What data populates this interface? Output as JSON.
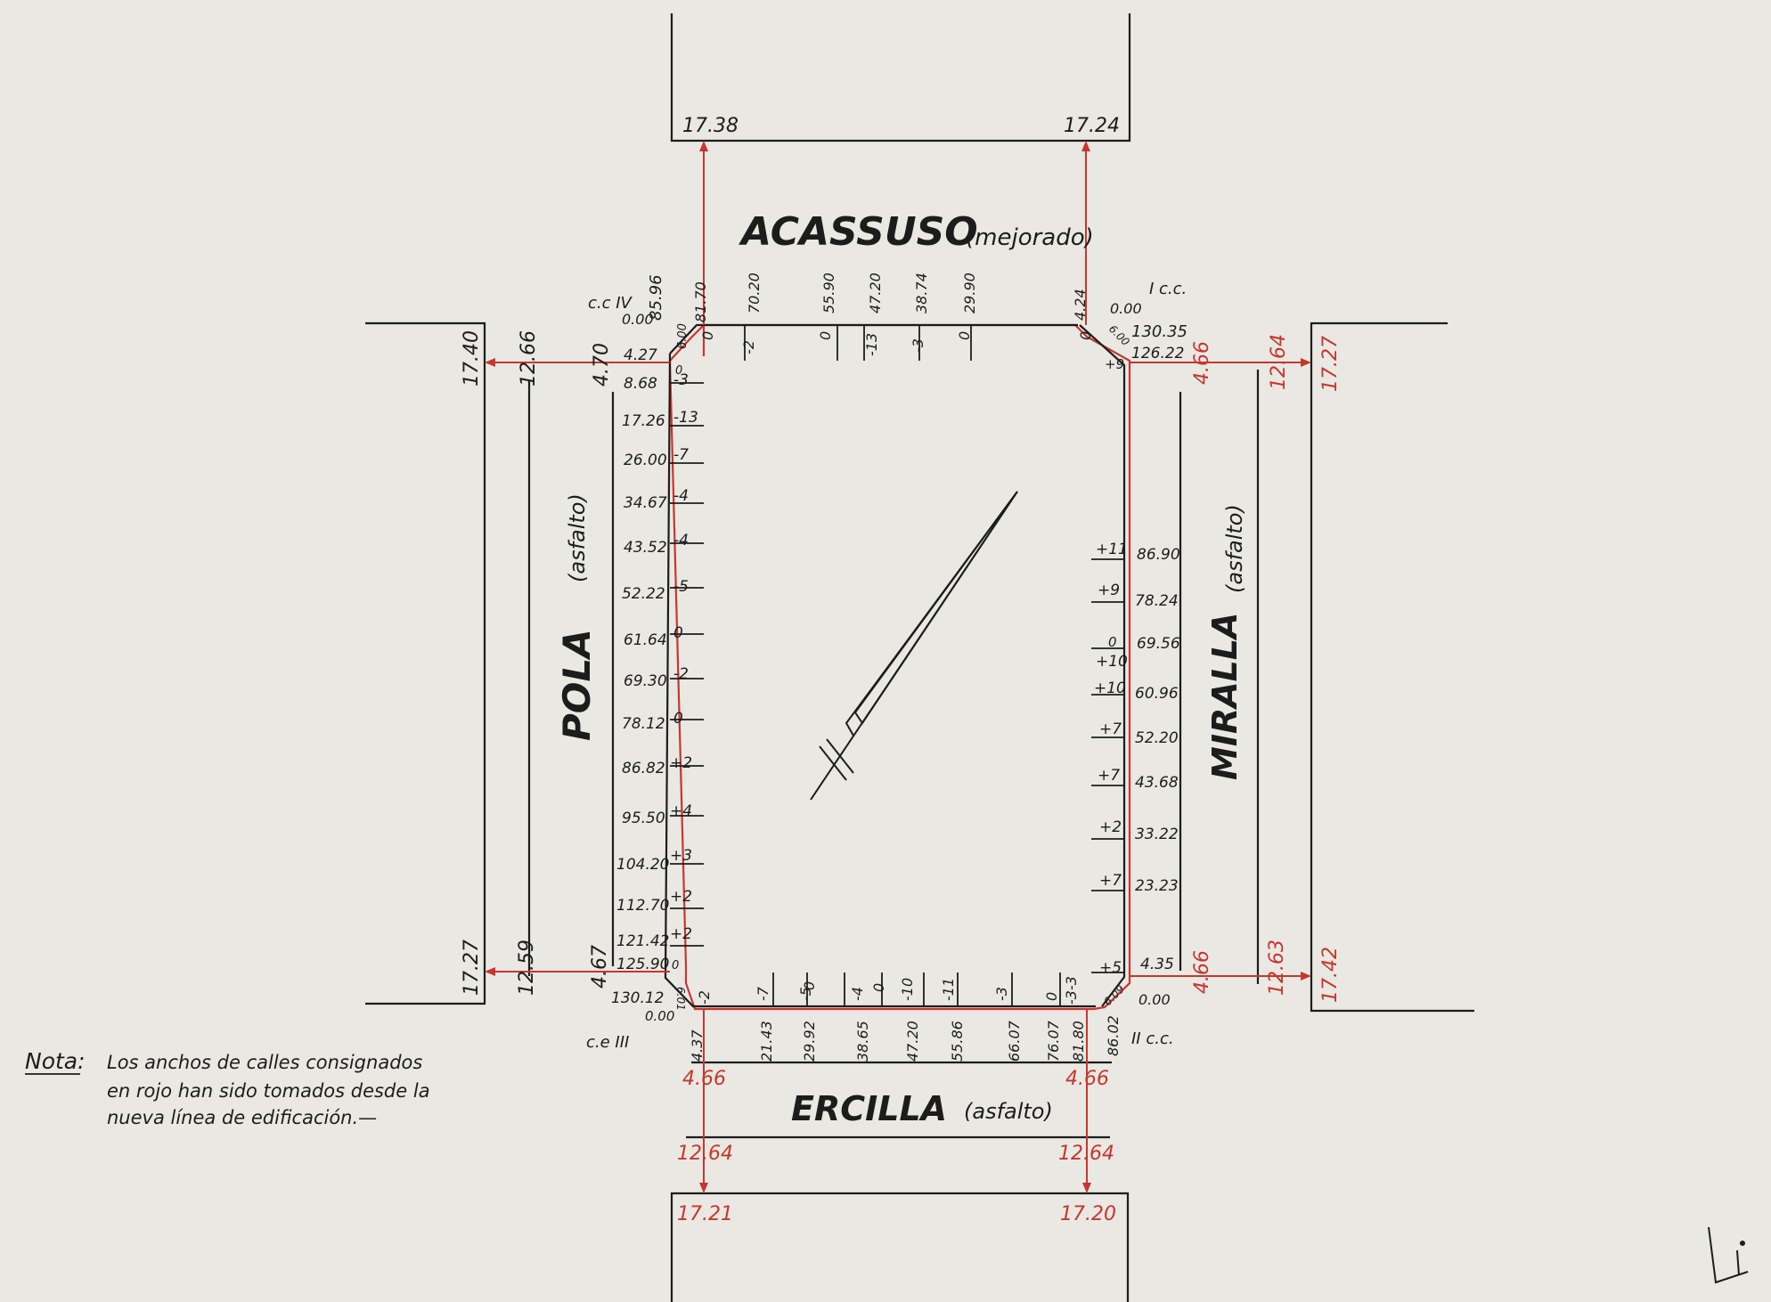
{
  "colors": {
    "paper": "#e9e8e3",
    "ink": "#1c1c1c",
    "red_ink": "#c8362c"
  },
  "streets": {
    "acassuso": {
      "name": "ACASSUSO",
      "surface": "(mejorado)"
    },
    "pola": {
      "name": "POLA",
      "surface": "(asfalto)"
    },
    "miralla": {
      "name": "MIRALLA",
      "surface": "(asfalto)"
    },
    "ercilla": {
      "name": "ERCILLA",
      "surface": "(asfalto)"
    }
  },
  "corners": {
    "c1": "I c.c.",
    "c2": "II c.c.",
    "c3": "c.e III",
    "c4": "c.c IV"
  },
  "corner_values": {
    "c4_top": "85.96",
    "c4_zero": "0.00",
    "c1_zero": "0.00",
    "c1_total": "130.35",
    "c3_total": "130.12",
    "c3_zero": "0.00",
    "c2_zero": "0.00",
    "c2_total": "86.02",
    "chamfer_nw": "6.00",
    "chamfer_ne": "6.00",
    "chamfer_sw": "6.01",
    "chamfer_se": "6.09"
  },
  "top_widths": {
    "left": "17.38",
    "right": "17.24"
  },
  "bottom_widths": {
    "left_mid": "12.64",
    "right_mid": "12.64",
    "left_outer": "17.21",
    "right_outer": "17.20",
    "left_near": "4.66",
    "right_near": "4.66"
  },
  "pola_widths": {
    "top_outer": "17.40",
    "top_mid": "12.66",
    "top_near": "4.70",
    "bot_outer": "17.27",
    "bot_mid": "12.59",
    "bot_near": "4.67"
  },
  "miralla_widths": {
    "top_near": "4.66",
    "top_mid": "12.64",
    "top_outer": "17.27",
    "bot_near": "4.66",
    "bot_mid": "12.63",
    "bot_outer": "17.42"
  },
  "acassuso_profile": {
    "dist": [
      "81.70",
      "70.20",
      "55.90",
      "47.20",
      "38.74",
      "29.90",
      "4.24"
    ],
    "level": [
      "0",
      "-2",
      "0",
      "-13",
      "-3",
      "0",
      "0"
    ]
  },
  "pola_profile": {
    "dist": [
      "4.27",
      "8.68",
      "17.26",
      "26.00",
      "34.67",
      "43.52",
      "52.22",
      "61.64",
      "69.30",
      "78.12",
      "86.82",
      "95.50",
      "104.20",
      "112.70",
      "121.42",
      "125.90"
    ],
    "level": [
      "0",
      "-3",
      "-13",
      "-7",
      "-4",
      "-4",
      "-5",
      "0",
      "-2",
      "0",
      "+2",
      "+4",
      "+3",
      "+2",
      "+2",
      "0"
    ]
  },
  "miralla_profile": {
    "top_dist": "126.22",
    "top_level": "+9",
    "dist": [
      "86.90",
      "78.24",
      "69.56",
      "60.96",
      "52.20",
      "43.68",
      "33.22",
      "23.23"
    ],
    "level": [
      "+11",
      "+9",
      "0",
      "+10",
      "+7",
      "+7",
      "+2",
      "+7"
    ],
    "extra_level": "+10",
    "bot_dist": "4.35",
    "bot_level": "+5"
  },
  "ercilla_profile": {
    "dist": [
      "4.37",
      "21.43",
      "29.92",
      "38.65",
      "47.20",
      "55.86",
      "66.07",
      "76.07",
      "81.80"
    ],
    "level": [
      "-2",
      "-7",
      "0",
      "-5",
      "-4",
      "0",
      "-10",
      "-11",
      "-3",
      "0",
      "-3",
      "-3"
    ]
  },
  "note": {
    "label": "Nota:",
    "lines": [
      "Los anchos de calles consignados",
      "en rojo han sido tomados desde la",
      "nueva línea de edificación.—"
    ]
  },
  "icons": {
    "north_arrow": "north-arrow-icon",
    "signature": "signature-icon"
  }
}
